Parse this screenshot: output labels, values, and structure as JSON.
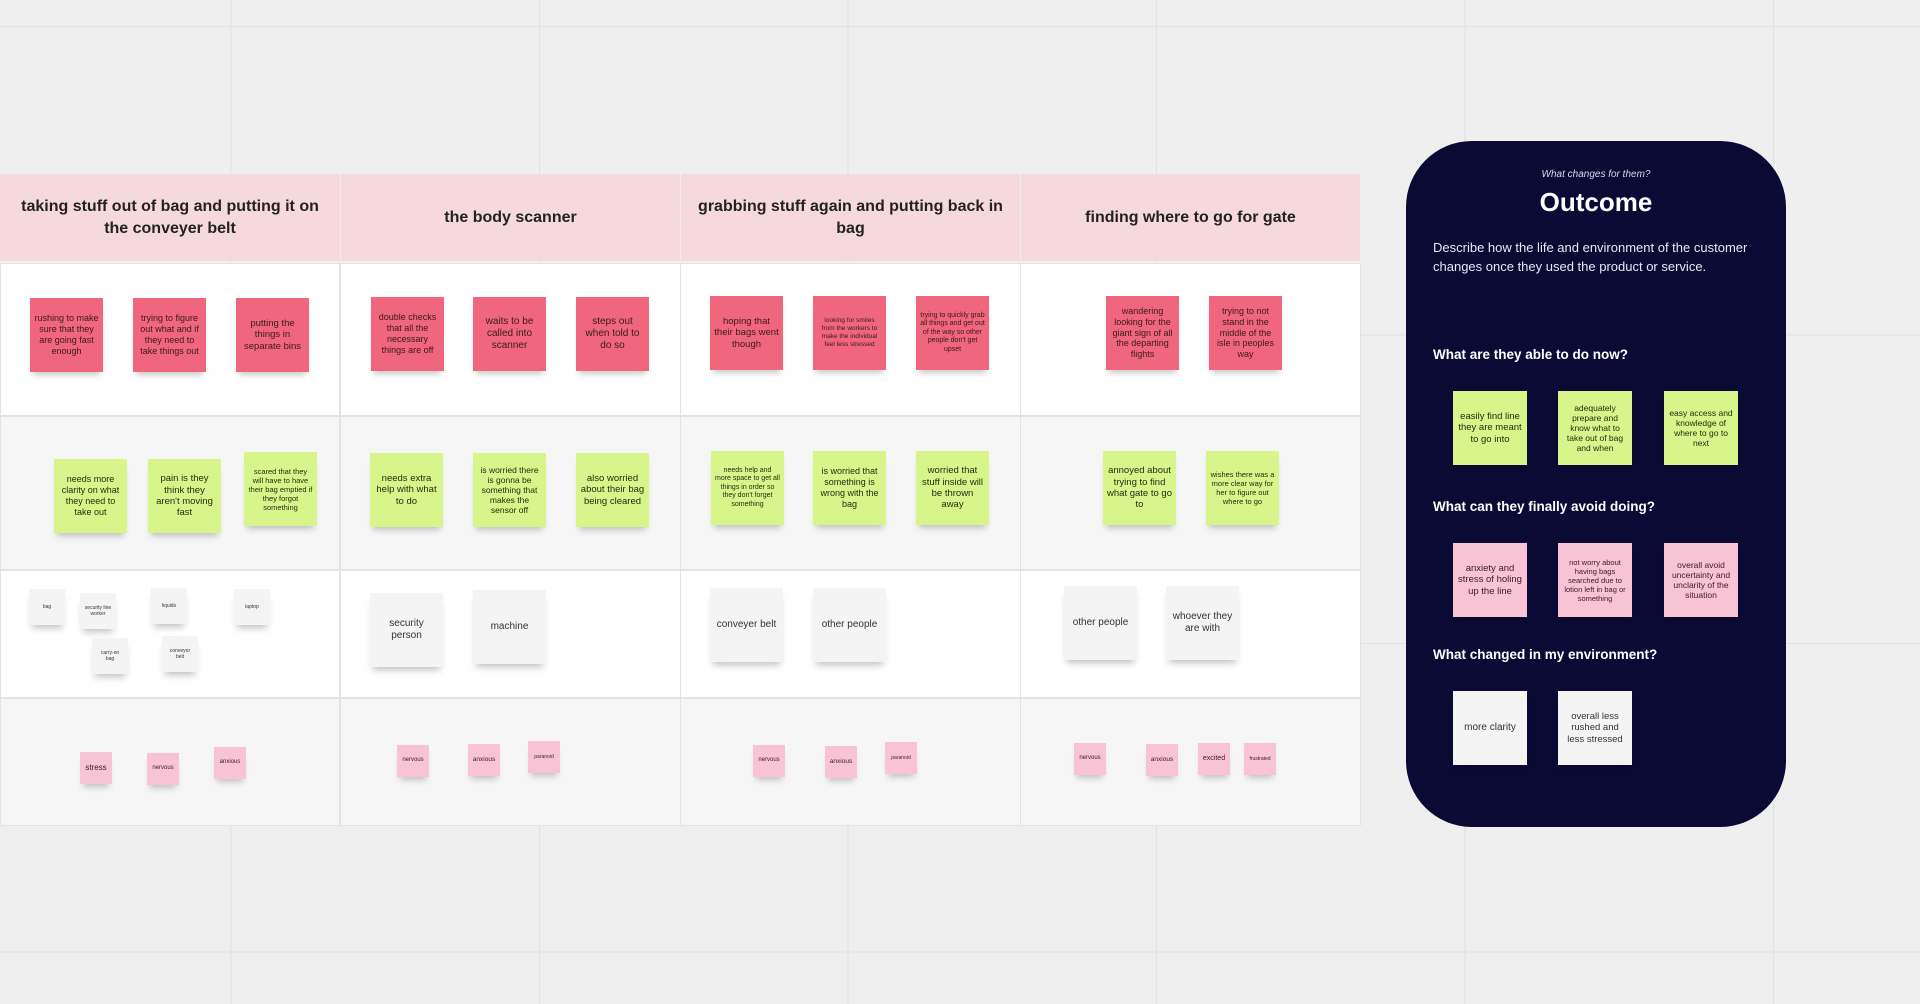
{
  "columns": [
    {
      "header": "taking stuff out of bag and putting it on the conveyer belt",
      "doing": [
        "rushing to make sure that they are going fast enough",
        "trying to figure out what and if they need to take things out",
        "putting the things in separate bins"
      ],
      "thinking": [
        "needs more clarity on what they need to take out",
        "pain is they think they aren't moving fast",
        "scared that they will have to have their bag emptied if they forgot something"
      ],
      "touchpoints": [
        "bag",
        "security line worker",
        "liquids",
        "laptop",
        "carry-on bag",
        "conveyor belt"
      ],
      "feelings": [
        "stress",
        "nervous",
        "anxious"
      ]
    },
    {
      "header": "the body scanner",
      "doing": [
        "double checks that all the necessary things are off",
        "waits to be called into scanner",
        "steps out when told to do so"
      ],
      "thinking": [
        "needs extra help with what to do",
        "is worried there is gonna be something that makes the sensor off",
        "also worried about their bag being cleared"
      ],
      "touchpoints": [
        "security person",
        "machine"
      ],
      "feelings": [
        "nervous",
        "anxious",
        "paranoid"
      ]
    },
    {
      "header": "grabbing stuff again and putting back in bag",
      "doing": [
        "hoping that their bags went though",
        "looking for smiles from the workers to make the individual feel less stressed",
        "trying to quickly grab all things and get out of the way so other people don't get upset"
      ],
      "thinking": [
        "needs help and more space to get all things in order so they don't forget something",
        "is worried that something is wrong with the bag",
        "worried that stuff inside will be thrown away"
      ],
      "touchpoints": [
        "conveyer belt",
        "other people"
      ],
      "feelings": [
        "nervous",
        "anxious",
        "paranoid"
      ]
    },
    {
      "header": "finding where to go for gate",
      "doing": [
        "wandering looking for the giant sign of all the departing flights",
        "trying to not stand in the middle of the isle in peoples way"
      ],
      "thinking": [
        "annoyed about trying to find what gate to go to",
        "wishes there was a more clear way for her to figure out where to go"
      ],
      "touchpoints": [
        "other people",
        "whoever they are with"
      ],
      "feelings": [
        "nervous",
        "anxious",
        "excited",
        "frustrated"
      ]
    }
  ],
  "outcome": {
    "kicker": "What changes for them?",
    "title": "Outcome",
    "description": "Describe how the life and environment of the customer changes once they used the product or service.",
    "able_heading": "What are they able to do now?",
    "able": [
      "easily find line they are meant to go into",
      "adequately prepare and know what to take out of bag and when",
      "easy access and knowledge of where to go to next"
    ],
    "avoid_heading": "What can they finally avoid doing?",
    "avoid": [
      "anxiety and stress of holing up the line",
      "not worry about having bags searched due to lotion left in bag or something",
      "overall avoid uncertainty and unclarity of the situation"
    ],
    "env_heading": "What changed in my environment?",
    "env": [
      "more clarity",
      "overall less rushed and less stressed"
    ]
  },
  "colors": {
    "header_bg": "#f6d9dc",
    "red_note": "#f0667c",
    "green_note": "#d8f58c",
    "white_note": "#f4f4f5",
    "pink_note": "#f8c3d5",
    "outcome_bg": "#0b0a35"
  }
}
